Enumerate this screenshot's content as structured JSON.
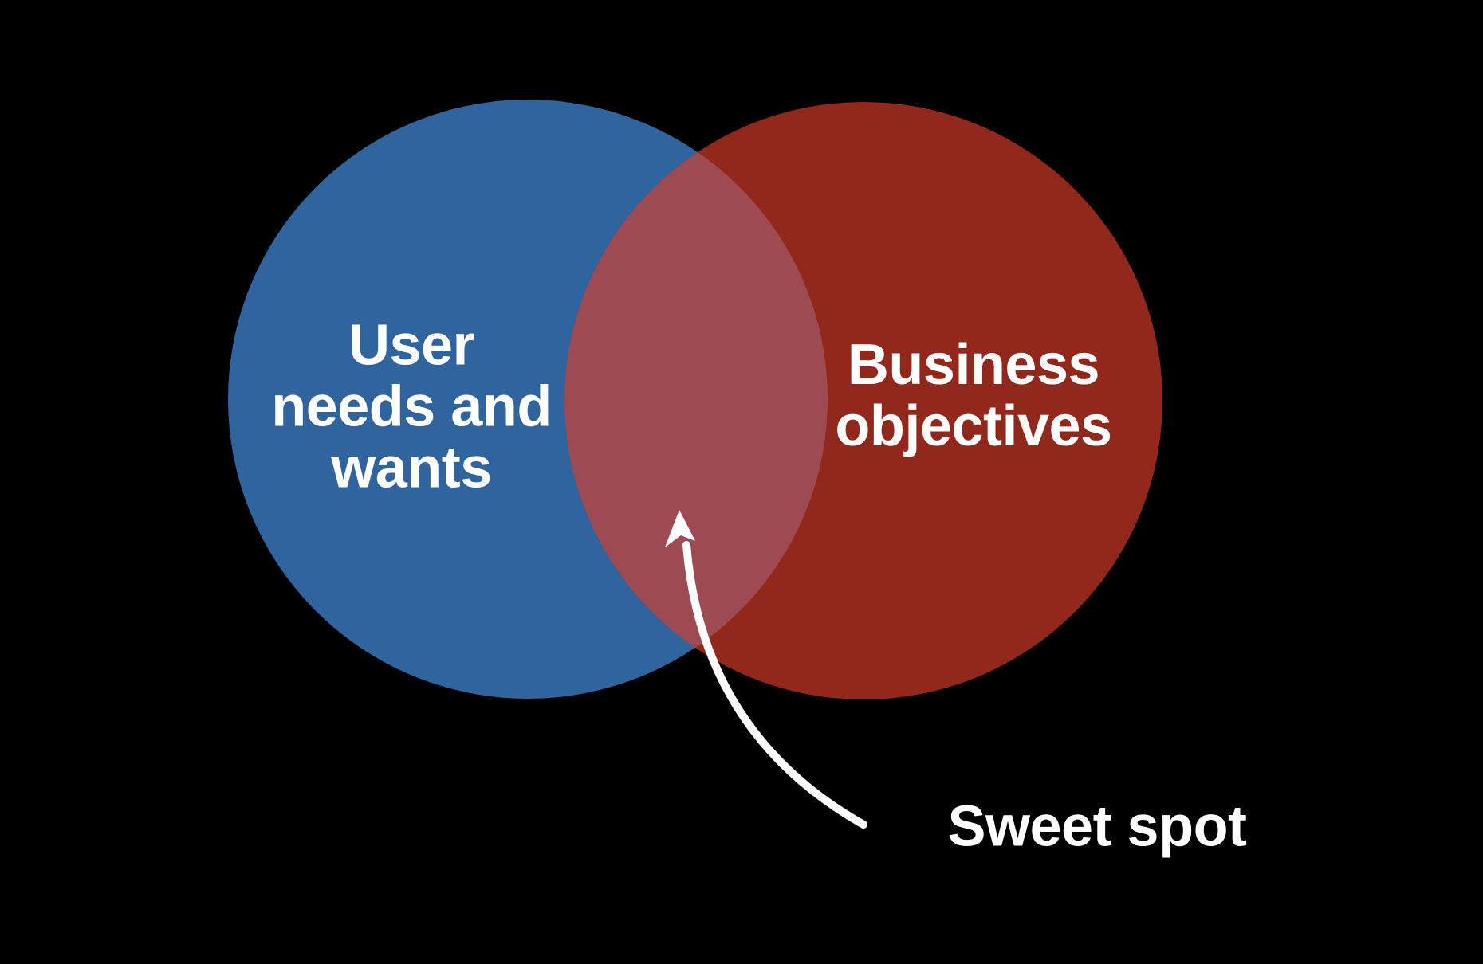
{
  "venn": {
    "background_color": "#000000",
    "left_circle": {
      "label": "User\nneeds and\nwants",
      "color": "#30649f",
      "text_color": "#ffffff"
    },
    "right_circle": {
      "label": "Business\nobjectives",
      "color": "#92271c",
      "text_color": "#ffffff"
    },
    "overlap": {
      "color": "#9e4a52"
    },
    "annotation": {
      "label": "Sweet spot",
      "color": "#ffffff",
      "target": "overlap"
    }
  }
}
